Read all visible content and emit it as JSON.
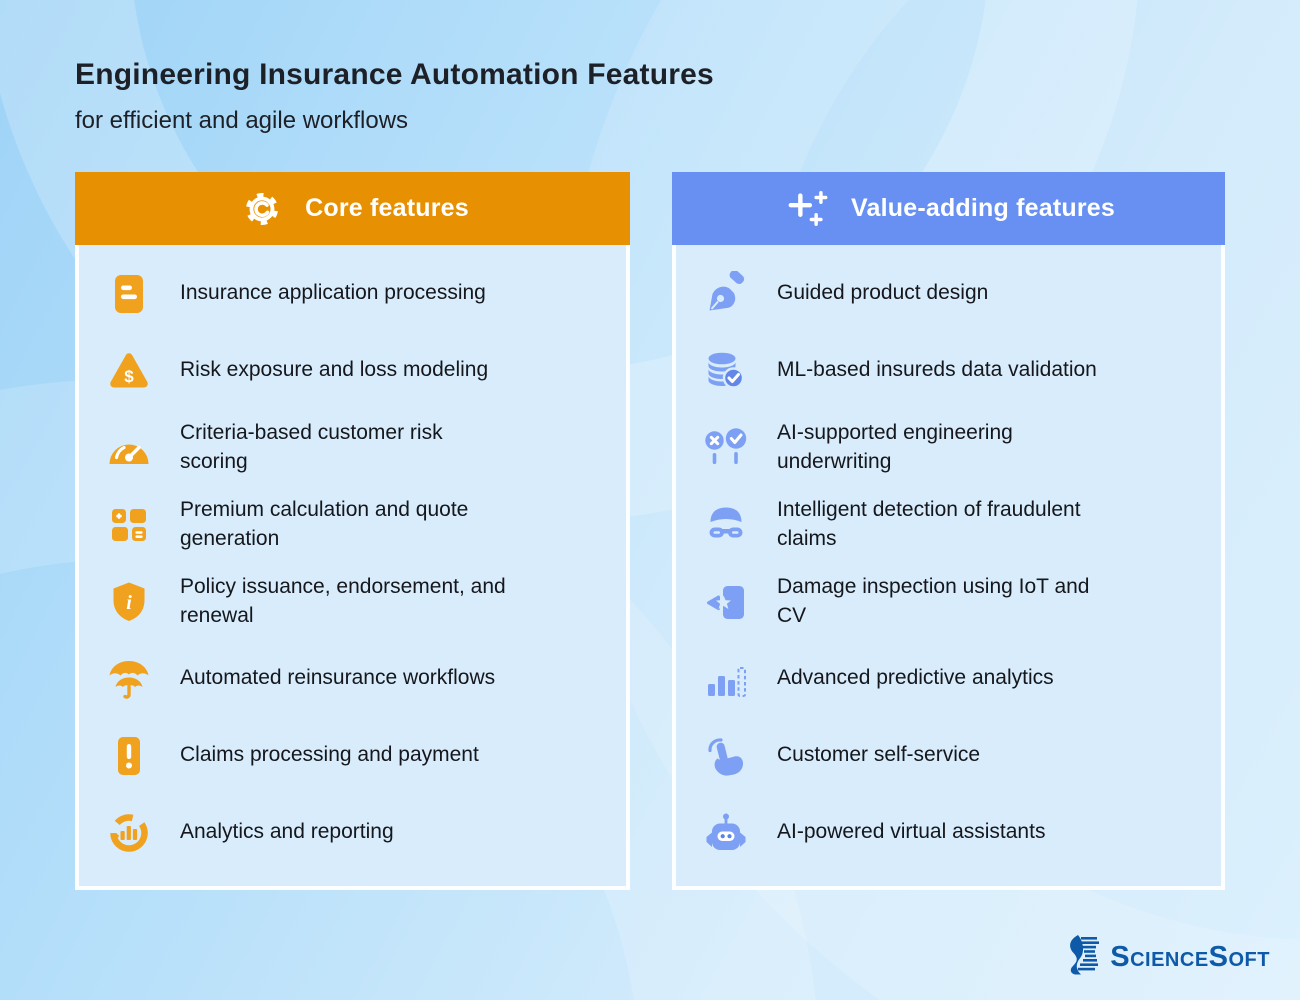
{
  "page": {
    "title": "Engineering Insurance Automation Features",
    "subtitle": "for efficient and agile workflows"
  },
  "columns": [
    {
      "label": "Core features",
      "icon": "gear-icon",
      "header_color": "#E79102",
      "icon_color": "#F0A11E",
      "items": [
        {
          "icon": "document-lines-icon",
          "label": "Insurance application processing"
        },
        {
          "icon": "risk-warning-icon",
          "label": "Risk exposure and loss modeling"
        },
        {
          "icon": "gauge-icon",
          "label": "Criteria-based customer risk scoring"
        },
        {
          "icon": "calculator-icon",
          "label": "Premium calculation and quote generation"
        },
        {
          "icon": "shield-info-icon",
          "label": "Policy issuance, endorsement, and renewal"
        },
        {
          "icon": "umbrella-icon",
          "label": "Automated reinsurance workflows"
        },
        {
          "icon": "claim-document-icon",
          "label": "Claims processing and payment"
        },
        {
          "icon": "analytics-donut-icon",
          "label": "Analytics and reporting"
        }
      ]
    },
    {
      "label": "Value-adding features",
      "icon": "plus-group-icon",
      "header_color": "#6790F2",
      "icon_color": "#7DA0F5",
      "badge_color": "#6386EA",
      "items": [
        {
          "icon": "pen-tool-icon",
          "label": "Guided product design"
        },
        {
          "icon": "database-check-icon",
          "label": "ML-based insureds data validation"
        },
        {
          "icon": "approve-reject-icon",
          "label": "AI-supported engineering underwriting"
        },
        {
          "icon": "fraud-thief-icon",
          "label": "Intelligent detection of fraudulent claims"
        },
        {
          "icon": "damage-inspection-icon",
          "label": "Damage inspection using IoT and CV"
        },
        {
          "icon": "bar-chart-icon",
          "label": "Advanced predictive analytics"
        },
        {
          "icon": "tap-hand-icon",
          "label": "Customer self-service"
        },
        {
          "icon": "robot-icon",
          "label": "AI-powered virtual assistants"
        }
      ]
    }
  ],
  "footer": {
    "brand": "ScienceSoft"
  },
  "colors": {
    "core_header": "#E79102",
    "core_icon": "#F0A11E",
    "value_header": "#6790F2",
    "value_icon": "#7DA0F5",
    "value_badge": "#6386EA",
    "text": "#15171C",
    "panel_bg": "#D8ECFB",
    "brand_blue": "#0E5AA8"
  }
}
